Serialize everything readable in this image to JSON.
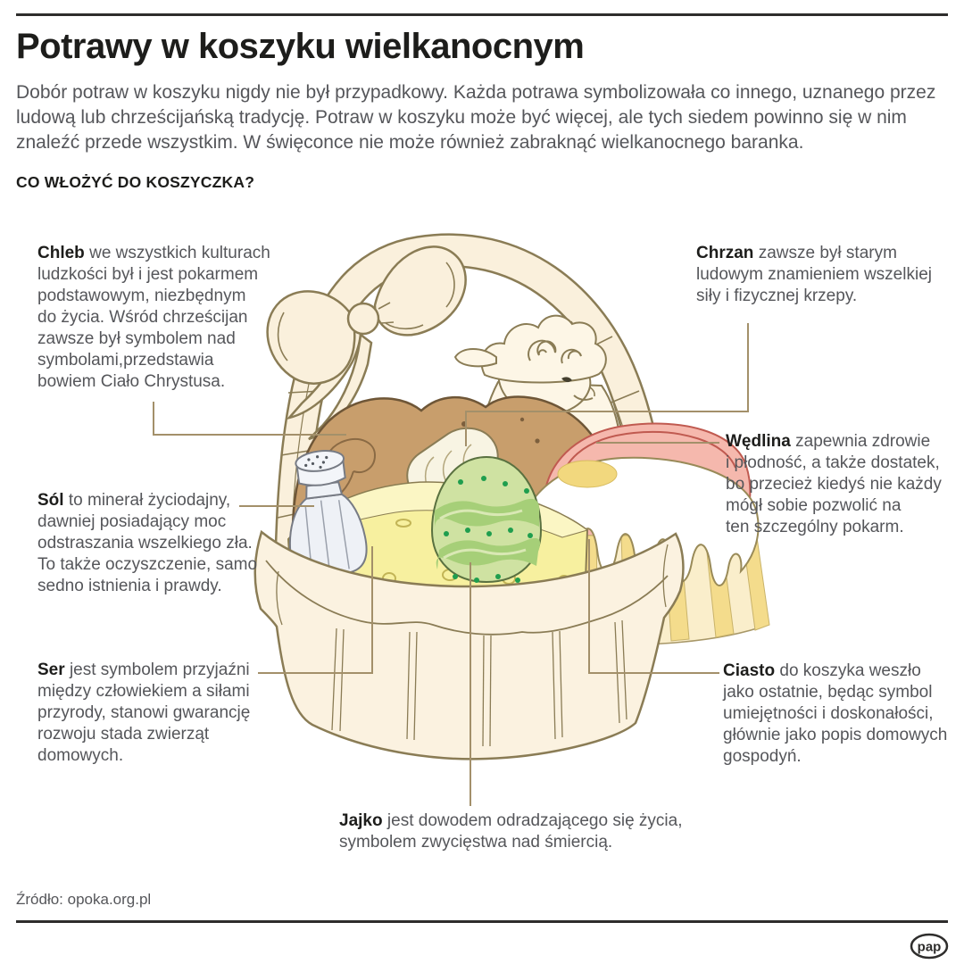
{
  "header": {
    "title": "Potrawy w koszyku wielkanocnym",
    "intro": "Dobór potraw w koszyku nigdy nie był przypadkowy. Każda potrawa symbolizowała co innego, uznanego przez ludową lub chrześcijańską tradycję. Potraw w koszyku może być więcej, ale tych siedem powinno się w nim znaleźć przede wszystkim. W święconce nie może również zabraknąć wielkanocnego baranka.",
    "section_heading": "CO WŁOŻYĆ DO KOSZYCZKA?"
  },
  "items": [
    {
      "id": "chleb",
      "label": "Chleb",
      "text": "we wszystkich kulturach\nludzkości był i jest pokarmem\npodstawowym, niezbędnym\ndo życia. Wśród chrześcijan\nzawsze był symbolem nad\nsymbolami,przedstawia\nbowiem Ciało Chrystusa."
    },
    {
      "id": "sol",
      "label": "Sól",
      "text": "to minerał życiodajny,\ndawniej posiadający moc\nodstraszania wszelkiego zła.\nTo także oczyszczenie, samo\nsedno istnienia i prawdy."
    },
    {
      "id": "ser",
      "label": "Ser",
      "text": "jest symbolem przyjaźni\nmiędzy człowiekiem a siłami\nprzyrody, stanowi gwarancję\nrozwoju stada zwierząt\ndomowych."
    },
    {
      "id": "chrzan",
      "label": "Chrzan",
      "text": "zawsze był starym\nludowym znamieniem wszelkiej\nsiły i fizycznej krzepy."
    },
    {
      "id": "wedlina",
      "label": "Wędlina",
      "text": "zapewnia zdrowie\ni płodność, a także dostatek,\nbo przecież kiedyś nie każdy\nmógł sobie pozwolić na\nten szczególny pokarm."
    },
    {
      "id": "ciasto",
      "label": "Ciasto",
      "text": "do koszyka weszło\njako ostatnie, będąc symbol\numiejętności i doskonałości,\ngłównie jako popis domowych\ngospodyń."
    },
    {
      "id": "jajko",
      "label": "Jajko",
      "text": "jest dowodem odradzającego się życia,\nsymbolem zwycięstwa nad śmiercią."
    }
  ],
  "footer": {
    "source": "Źródło: opoka.org.pl",
    "logo_text": "pap"
  },
  "palette": {
    "rule": "#2e2d2c",
    "heading_text": "#1d1d1b",
    "body_text": "#55565a",
    "outline": "#8a7c55",
    "basket_cream": "#faf0dc",
    "connector": "#a3906a",
    "bread": "#c89e6c",
    "bread_outline": "#6e5637",
    "salt_shaker": "#eef1f6",
    "cheese": "#f7f09f",
    "egg_base": "#cfe2a2",
    "egg_band": "#a6cf78",
    "egg_dot": "#1f9e4e",
    "ham": "#f5b8ad",
    "ham_line": "#c05a50",
    "cake_icing": "#ffffff",
    "cake_center": "#f2d87e",
    "cake_strip": "#f4dc8c"
  }
}
